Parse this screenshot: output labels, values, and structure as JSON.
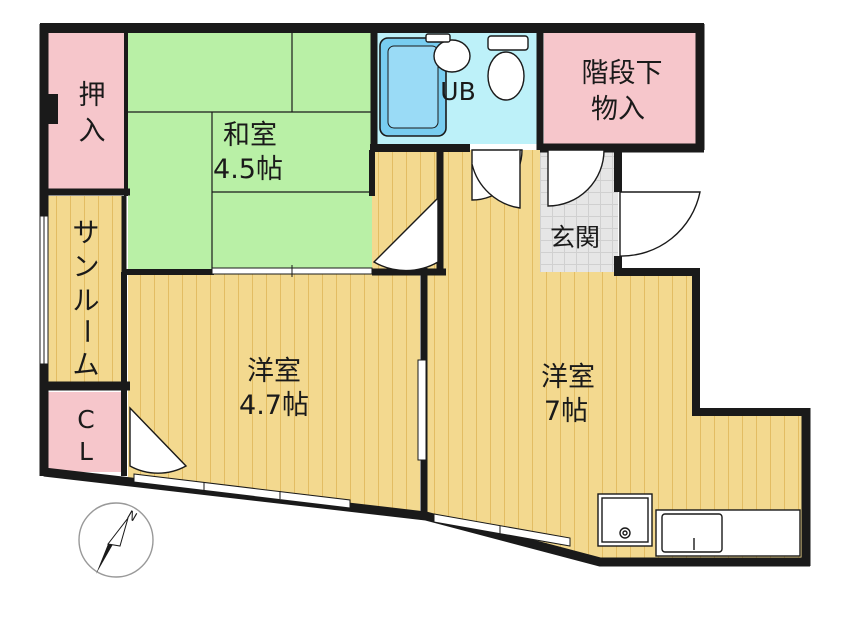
{
  "rooms": {
    "washitsu": {
      "name": "和室",
      "size": "4.5帖"
    },
    "yoshitsu_small": {
      "name": "洋室",
      "size": "4.7帖"
    },
    "yoshitsu_large": {
      "name": "洋室",
      "size": "7帖"
    },
    "unit_bath": {
      "name": "UB"
    },
    "storage_under_stairs": {
      "line1": "階段下",
      "line2": "物入"
    },
    "closet_oshiire": {
      "line1": "押",
      "line2": "入"
    },
    "sunroom": {
      "chars": [
        "サ",
        "ン",
        "ル",
        "ー",
        "ム"
      ]
    },
    "closet_cl": {
      "line1": "C",
      "line2": "L"
    },
    "entrance": {
      "name": "玄関"
    }
  },
  "compass": {
    "north": "N"
  },
  "colors": {
    "wall": "#1a1a1a",
    "tatami": "#b9f0a6",
    "wood_floor": "#f3d98f",
    "wood_line": "#e3bd63",
    "storage_pink": "#f6c6cb",
    "bath_blue": "#bdf1f9",
    "bathtub": "#78cdf0",
    "entrance_tile": "#e6e6e6"
  }
}
